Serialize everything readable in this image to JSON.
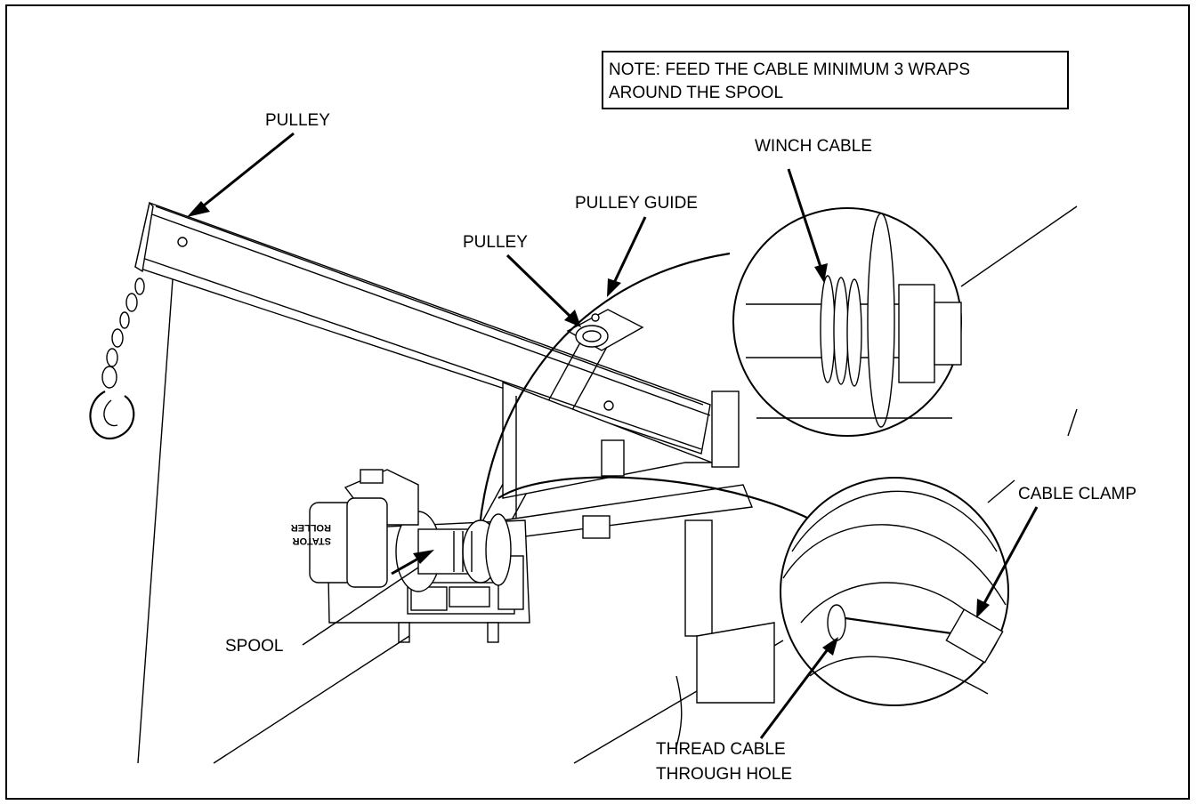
{
  "note": {
    "line1": "NOTE: FEED THE CABLE MINIMUM 3 WRAPS",
    "line2": "AROUND THE SPOOL"
  },
  "labels": {
    "pulley_top": "PULLEY",
    "pulley_guide": "PULLEY GUIDE",
    "pulley_mid": "PULLEY",
    "winch_cable": "WINCH CABLE",
    "cable_clamp": "CABLE CLAMP",
    "spool": "SPOOL",
    "thread_line1": "THREAD CABLE",
    "thread_line2": "THROUGH HOLE"
  },
  "motor_stamp": {
    "line1": "ROLLER",
    "line2": "STATOR"
  }
}
